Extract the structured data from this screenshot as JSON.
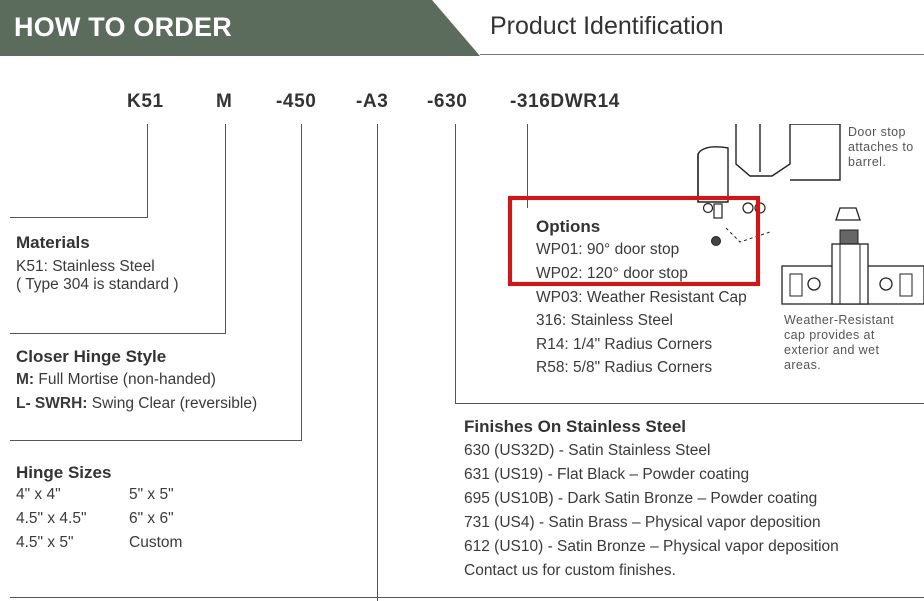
{
  "banner": {
    "title": "HOW TO ORDER",
    "subtitle": "Product Identification",
    "bar_color": "#5b6b5c"
  },
  "order_code": {
    "segments": [
      "K51",
      "M",
      "-450",
      "-A3",
      "-630",
      "-316DWR14"
    ]
  },
  "materials": {
    "heading": "Materials",
    "lines": [
      "K51: Stainless Steel",
      "( Type 304 is standard )"
    ]
  },
  "closer_hinge_style": {
    "heading": "Closer Hinge Style",
    "items": [
      {
        "code": "M:",
        "desc": "Full Mortise (non-handed)"
      },
      {
        "code": "L- SWRH:",
        "desc": "Swing Clear  (reversible)"
      }
    ]
  },
  "hinge_sizes": {
    "heading": "Hinge Sizes",
    "col1": [
      "4\" x 4\"",
      "4.5\" x 4.5\"",
      "4.5\" x 5\""
    ],
    "col2": [
      "5\" x 5\"",
      "6\" x 6\"",
      "Custom"
    ]
  },
  "options": {
    "heading": "Options",
    "items": [
      "WP01: 90° door stop",
      "WP02: 120° door stop",
      "WP03: Weather Resistant Cap",
      "316: Stainless Steel",
      "R14: 1/4\" Radius Corners",
      "R58: 5/8\" Radius Corners"
    ],
    "highlight_color": "#e01010"
  },
  "finishes": {
    "heading": "Finishes On Stainless Steel",
    "items": [
      "630 (US32D) - Satin Stainless Steel",
      "631 (US19) - Flat Black – Powder coating",
      "695 (US10B) - Dark Satin Bronze – Powder coating",
      "731 (US4) - Satin Brass – Physical vapor deposition",
      "612 (US10) - Satin Bronze – Physical vapor deposition",
      "Contact us for custom finishes."
    ]
  },
  "notes": {
    "door_stop": [
      "Door stop",
      "attaches to",
      "barrel."
    ],
    "weather_cap": [
      "Weather-Resistant",
      "cap provides at",
      "exterior and wet",
      "areas."
    ]
  }
}
